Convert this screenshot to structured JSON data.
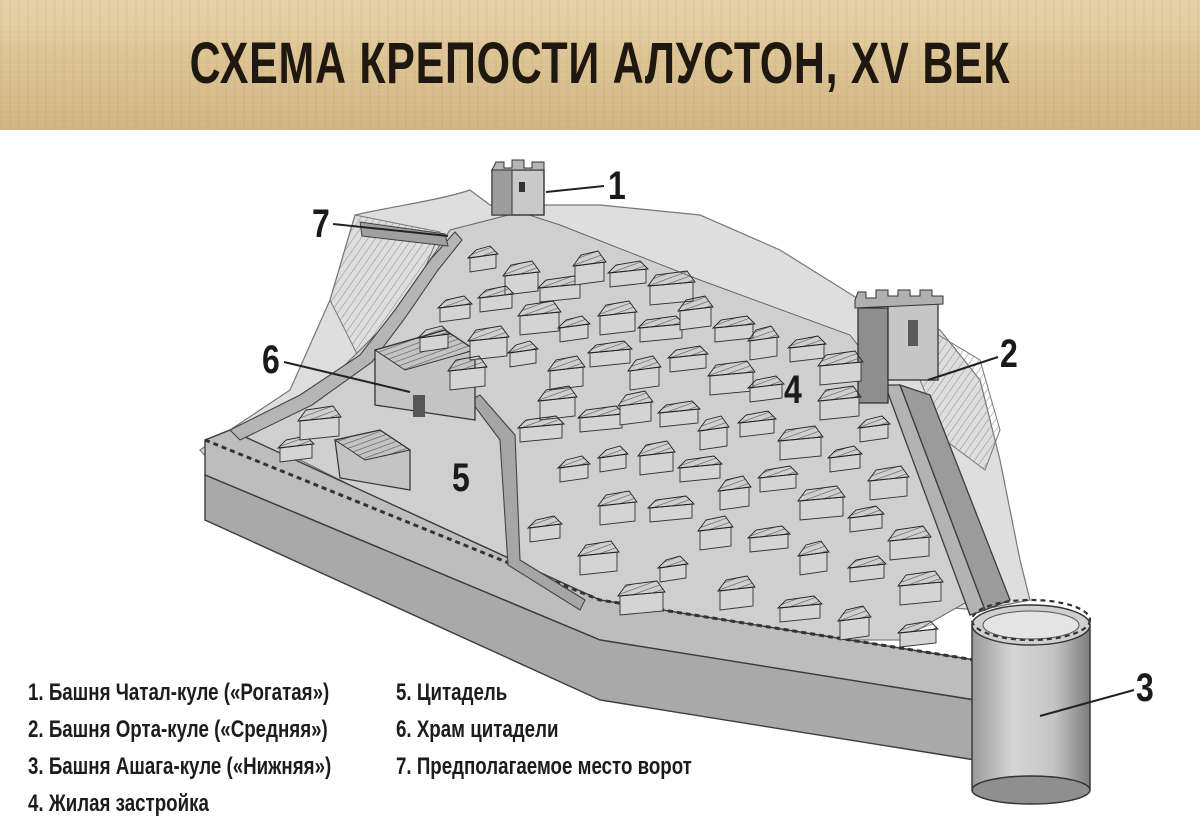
{
  "title": "СХЕМА КРЕПОСТИ АЛУСТОН, XV ВЕК",
  "markers": {
    "m1": "1",
    "m2": "2",
    "m3": "3",
    "m4": "4",
    "m5": "5",
    "m6": "6",
    "m7": "7"
  },
  "legend": [
    "1. Башня Чатал-куле  («Рогатая»)",
    "2. Башня Орта-куле («Средняя»)",
    "3. Башня Ашага-куле («Нижняя»)",
    "4. Жилая застройка",
    "5. Цитадель",
    "6. Храм цитадели",
    "7. Предполагаемое место ворот"
  ]
}
